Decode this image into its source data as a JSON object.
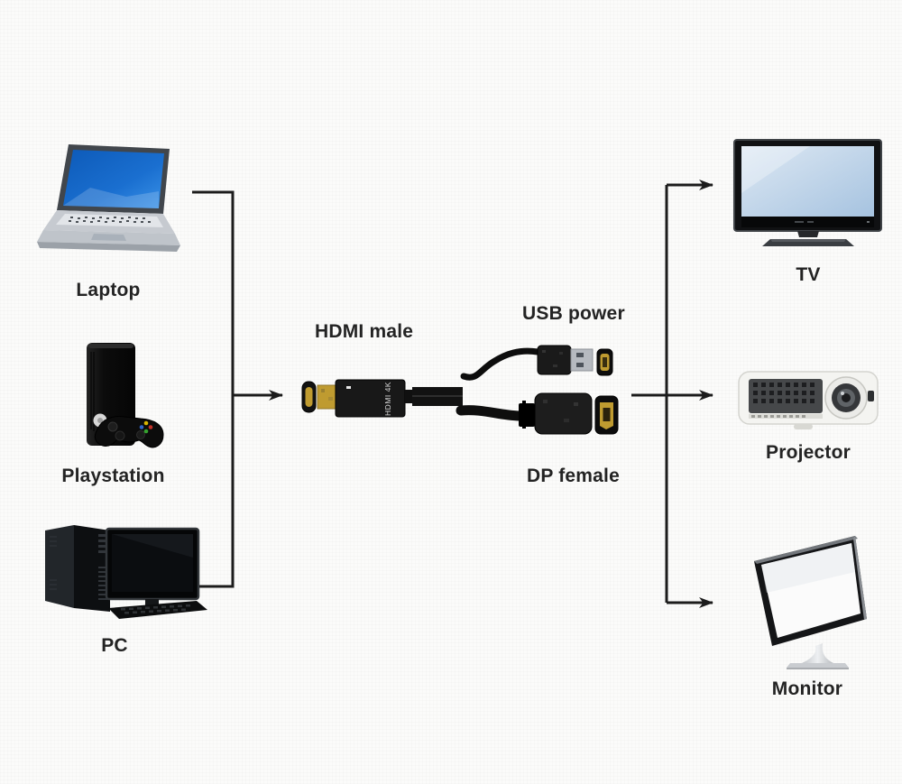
{
  "left_devices": [
    {
      "id": "laptop",
      "label": "Laptop"
    },
    {
      "id": "playstation",
      "label": "Playstation"
    },
    {
      "id": "pc",
      "label": "PC"
    }
  ],
  "right_devices": [
    {
      "id": "tv",
      "label": "TV"
    },
    {
      "id": "projector",
      "label": "Projector"
    },
    {
      "id": "monitor",
      "label": "Monitor"
    }
  ],
  "adapter": {
    "hdmi_connector_label": "HDMI male",
    "usb_connector_label": "USB power",
    "dp_connector_label": "DP female",
    "hdmi_plug_text": "HDMI 4K"
  },
  "colors": {
    "line": "#1c1c1c",
    "label_text": "#232323",
    "gold": "#bf9b30",
    "laptop_screen_blue": "#1a6fd0",
    "tv_screen_blue": "#b9d2e8"
  }
}
